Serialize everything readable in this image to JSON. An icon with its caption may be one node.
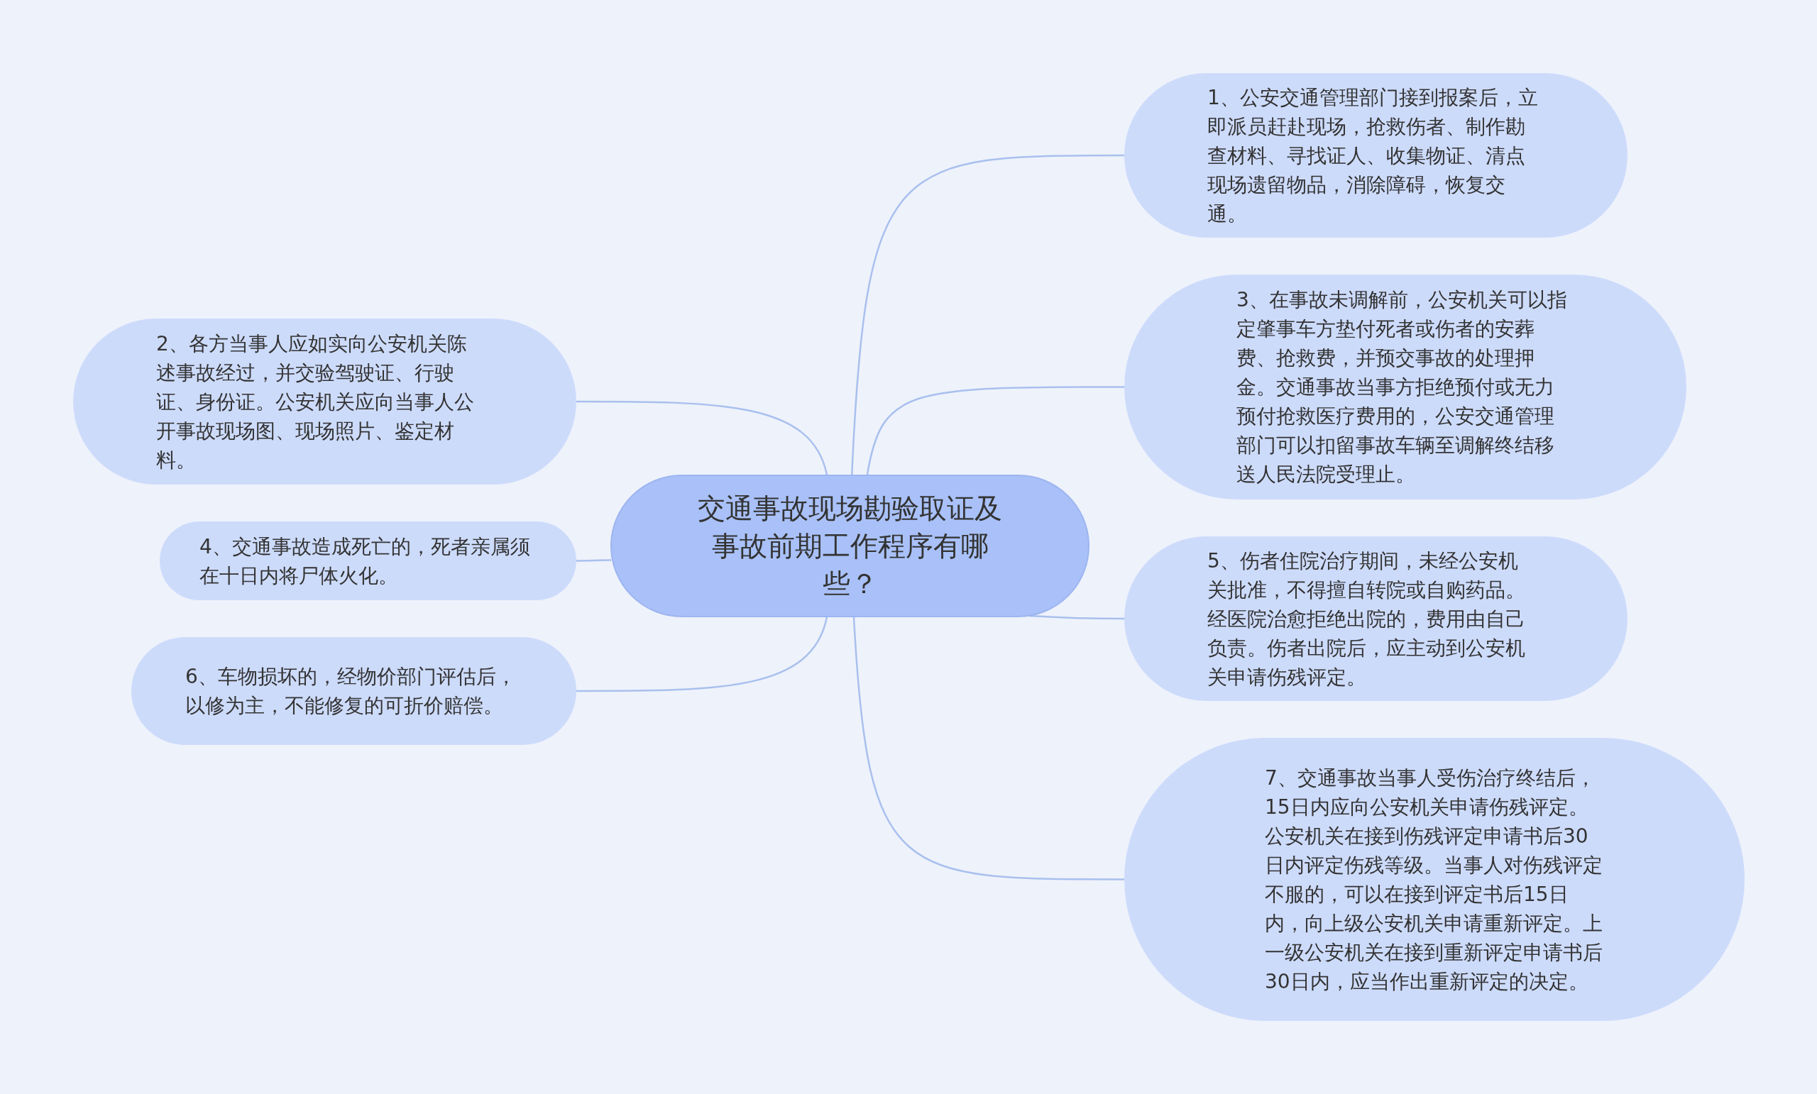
{
  "diagram": {
    "nodes": [
      {
        "text": [
          "交通事故现场勘验取证及事故前期工作程序有哪些？"
        ]
      },
      {
        "text": [
          "1、公安交通管理部门接到报案后，立即派员赶赴现场，抢救伤者、制作勘查材料、寻找证人、收集物证、清点现场遗留物品，消除障碍，恢复交通。"
        ]
      },
      {
        "text": [
          "2、各方当事人应如实向公安机关陈述事故经过，并交验驾驶证、行驶证、身份证。公安机关应向当事人公开事故现场图、现场照片、鉴定材料。"
        ]
      },
      {
        "text": [
          "3、在事故未调解前，公安机关可以指定肇事车方垫付死者或伤者的安葬费、抢救费，并预交事故的处理押金。交通事故当事方拒绝预付或无力预付抢救医疗费用的，公安交通管理部门可以扣留事故车辆至调解终结移送人民法院受理止。"
        ]
      },
      {
        "text": [
          "4、交通事故造成死亡的，死者亲属须在十日内将尸体火化。"
        ]
      },
      {
        "text": [
          "5、伤者住院治疗期间，未经公安机关批准，不得擅自转院或自购药品。经医院治愈拒绝出院的，费用由自己负责。伤者出院后，应主动到公安机关申请伤残评定。"
        ]
      },
      {
        "text": [
          "6、车物损坏的，经物价部门评估后，以修为主，不能修复的可折价赔偿。"
        ]
      },
      {
        "text": [
          "7、交通事故当事人受伤治疗终结后，15日内应向公安机关申请伤残评定。公安机关在接到伤残评定申请书后30日内评定伤残等级。当事人对伤残评定不服的，可以在接到评定书后15日内，向上级公安机关申请重新评定。上一级公安机关在接到重新评定申请书后30日内，应当作出重新评定的决定。"
        ]
      }
    ],
    "edges": [
      {
        "from": 0,
        "to": 1,
        "arrow": "none"
      },
      {
        "from": 0,
        "to": 2,
        "arrow": "none"
      },
      {
        "from": 0,
        "to": 3,
        "arrow": "none"
      },
      {
        "from": 0,
        "to": 4,
        "arrow": "none"
      },
      {
        "from": 0,
        "to": 5,
        "arrow": "none"
      },
      {
        "from": 0,
        "to": 6,
        "arrow": "none"
      },
      {
        "from": 0,
        "to": 7,
        "arrow": "none"
      }
    ]
  }
}
